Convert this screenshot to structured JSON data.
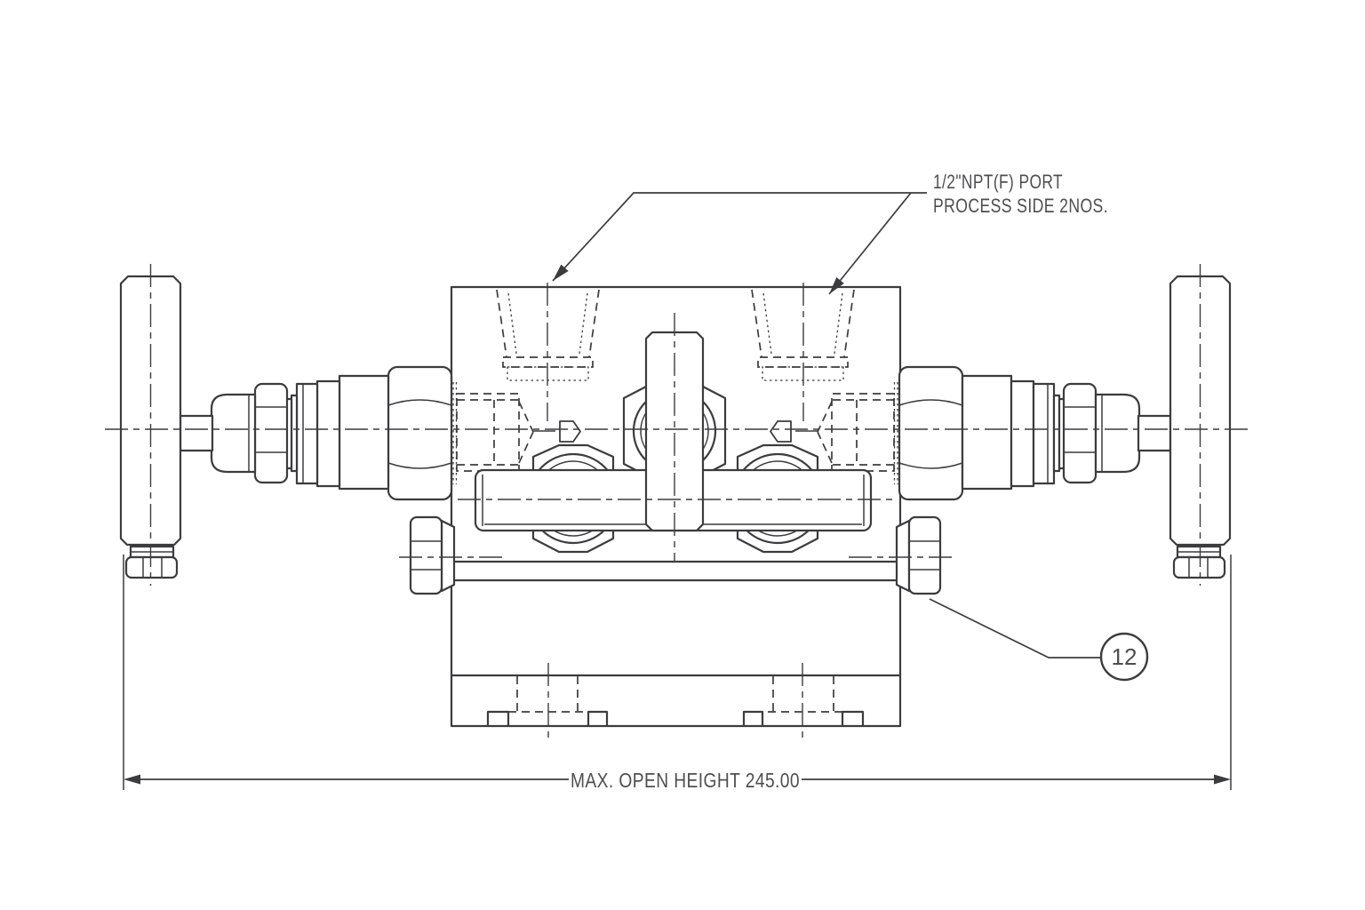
{
  "page": {
    "background": "#ffffff"
  },
  "drawing": {
    "line_color": "#3c3c3f",
    "text_color": "#4e4e51",
    "port_callout": {
      "line1": "1/2\"NPT(F) PORT",
      "line2": "PROCESS SIDE 2NOS."
    },
    "dimension_label": "MAX. OPEN HEIGHT 245.00",
    "balloon_number": "12"
  }
}
